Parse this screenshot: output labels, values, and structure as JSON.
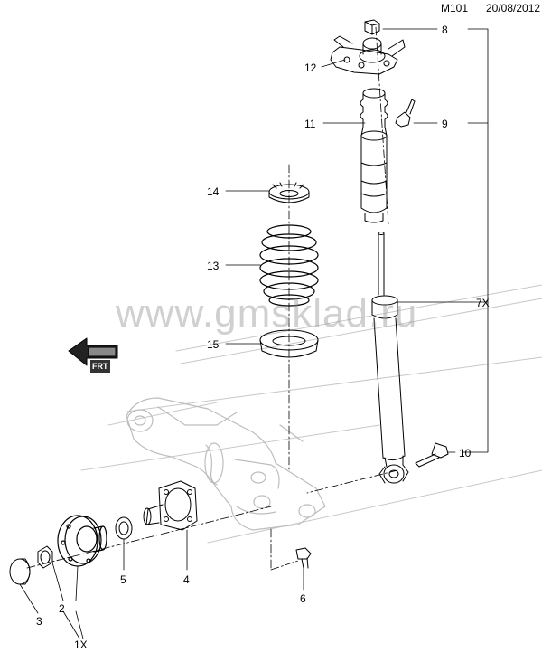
{
  "header": {
    "code": "M101",
    "date": "20/08/2012"
  },
  "watermark": "www.gmsklad.ru",
  "direction_label": "FRT",
  "callouts": {
    "c1x": "1X",
    "c2": "2",
    "c3": "3",
    "c4": "4",
    "c5": "5",
    "c6": "6",
    "c7x": "7X",
    "c8": "8",
    "c9": "9",
    "c10": "10",
    "c11": "11",
    "c12": "12",
    "c13": "13",
    "c14": "14",
    "c15": "15"
  },
  "colors": {
    "line": "#000000",
    "ghost": "#c8c8c8",
    "watermark": "#a0a0a0"
  }
}
